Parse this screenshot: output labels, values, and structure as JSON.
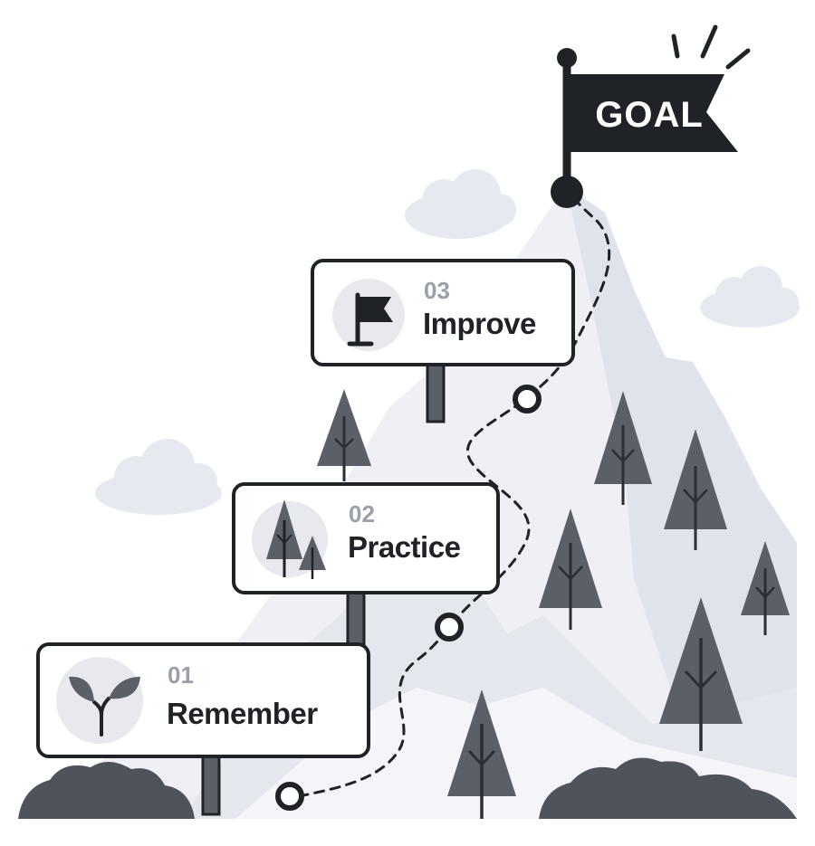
{
  "goal": {
    "label": "GOAL"
  },
  "steps": [
    {
      "number": "01",
      "label": "Remember",
      "icon": "sprout-icon"
    },
    {
      "number": "02",
      "label": "Practice",
      "icon": "pine-trees-icon"
    },
    {
      "number": "03",
      "label": "Improve",
      "icon": "flag-icon"
    }
  ],
  "colors": {
    "ink": "#1f2328",
    "muted_number": "#9aa0aa",
    "mountain_light": "#eef0f5",
    "mountain_mid": "#dfe3ec",
    "mountain_shadow": "#c9ced9",
    "tree": "#5a5f68",
    "tree_dark": "#4a4f58",
    "cloud": "#e6e9f0",
    "sign_bg": "#ffffff",
    "icon_bg": "#e7e9ee"
  }
}
